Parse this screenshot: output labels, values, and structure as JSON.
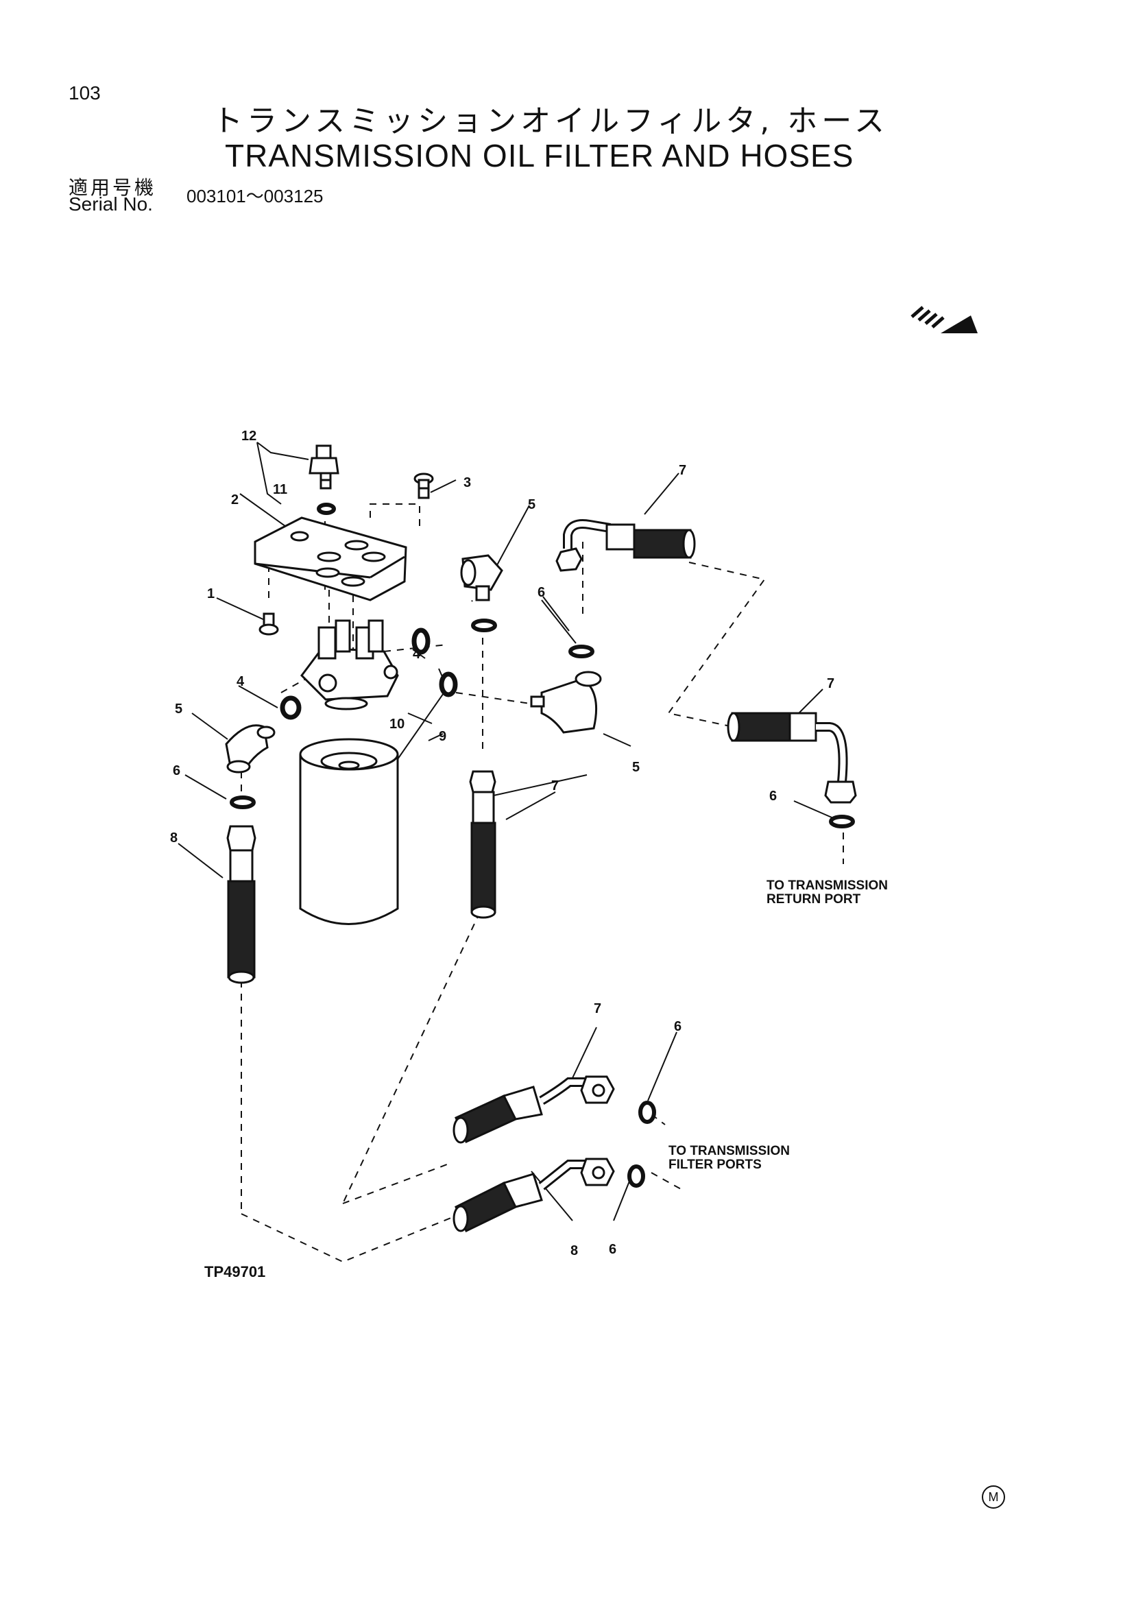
{
  "page": {
    "number": "103",
    "title_jp": "トランスミッションオイルフィルタ, ホース",
    "title_en": "TRANSMISSION OIL FILTER AND HOSES",
    "serial_label_jp": "適用号機",
    "serial_label_en": "Serial No.",
    "serial_range": "003101～003125",
    "figure_id": "TP49701",
    "manufacturer_mark": "M"
  },
  "diagram": {
    "callouts": [
      "1",
      "2",
      "3",
      "4",
      "4",
      "5",
      "5",
      "5",
      "6",
      "6",
      "6",
      "6",
      "6",
      "7",
      "7",
      "7",
      "7",
      "8",
      "8",
      "9",
      "10",
      "11",
      "12"
    ],
    "notes": {
      "return_port_line1": "TO TRANSMISSION",
      "return_port_line2": "RETURN PORT",
      "filter_ports_line1": "TO TRANSMISSION",
      "filter_ports_line2": "FILTER PORTS"
    },
    "icons": [
      "front-direction-arrow-icon"
    ]
  }
}
